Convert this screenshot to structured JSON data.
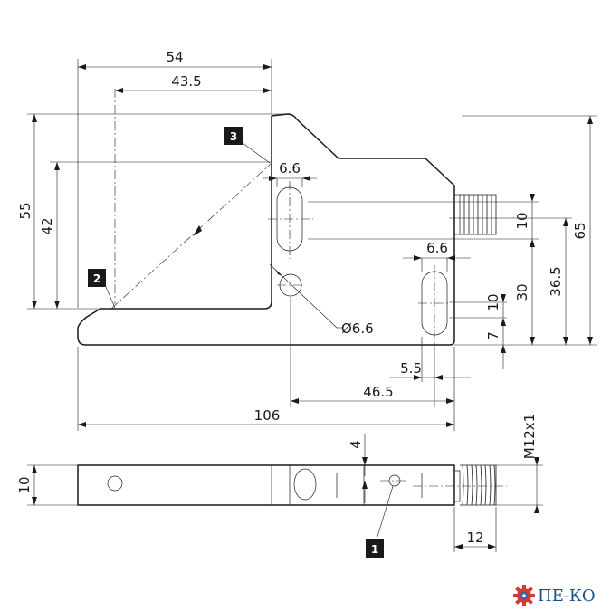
{
  "dimensions": {
    "width_54": "54",
    "width_43_5": "43.5",
    "height_55": "55",
    "height_42": "42",
    "slot_6_6_left": "6.6",
    "slot_6_6_right": "6.6",
    "hole_dia": "Ø6.6",
    "height_10_top": "10",
    "height_10_right": "10",
    "height_7": "7",
    "height_30": "30",
    "height_36_5": "36.5",
    "height_65": "65",
    "offset_5_5": "5.5",
    "length_46_5": "46.5",
    "length_106": "106",
    "side_thickness_10": "10",
    "side_offset_4": "4",
    "thread_label": "M12x1",
    "thread_length_12": "12"
  },
  "markers": {
    "m1": "1",
    "m2": "2",
    "m3": "3"
  },
  "logo": {
    "text": "ПЕ-КО",
    "text_color": "#1f4f8b",
    "gear_colors": [
      "#d43a2f",
      "#2a63b0"
    ]
  }
}
